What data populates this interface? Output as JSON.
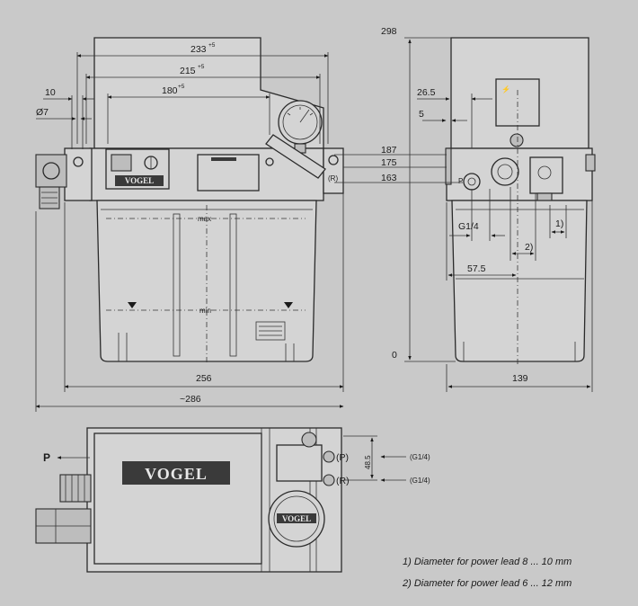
{
  "front_view": {
    "dim_233": "233",
    "tol_233": "+5",
    "dim_215": "215",
    "tol_215": "+5",
    "dim_180": "180",
    "tol_180": "+5",
    "dim_10": "10",
    "dim_d7": "Ø7",
    "dim_256": "256",
    "dim_286": "~286",
    "gauge_label": "(R)",
    "max_label": "max",
    "min_label": "min",
    "brand": "VOGEL"
  },
  "side_view": {
    "dim_298": "298",
    "dim_26_5": "26.5",
    "dim_5": "5",
    "dim_187": "187",
    "dim_175": "175",
    "dim_163": "163",
    "dim_g1_4": "G1/4",
    "dim_57_5": "57.5",
    "dim_0": "0",
    "dim_139": "139",
    "ref_1": "1)",
    "ref_2": "2)",
    "port_p": "P"
  },
  "top_view": {
    "label_p": "P",
    "port_p": "(P)",
    "port_r": "(R)",
    "dim_48_5": "48.5",
    "thread_p": "(G1/4)",
    "thread_r": "(G1/4)",
    "brand": "VOGEL",
    "brand_small": "VOGEL"
  },
  "notes": [
    "1) Diameter for power lead 8 ... 10 mm",
    "2) Diameter for power lead 6 ... 12 mm"
  ]
}
